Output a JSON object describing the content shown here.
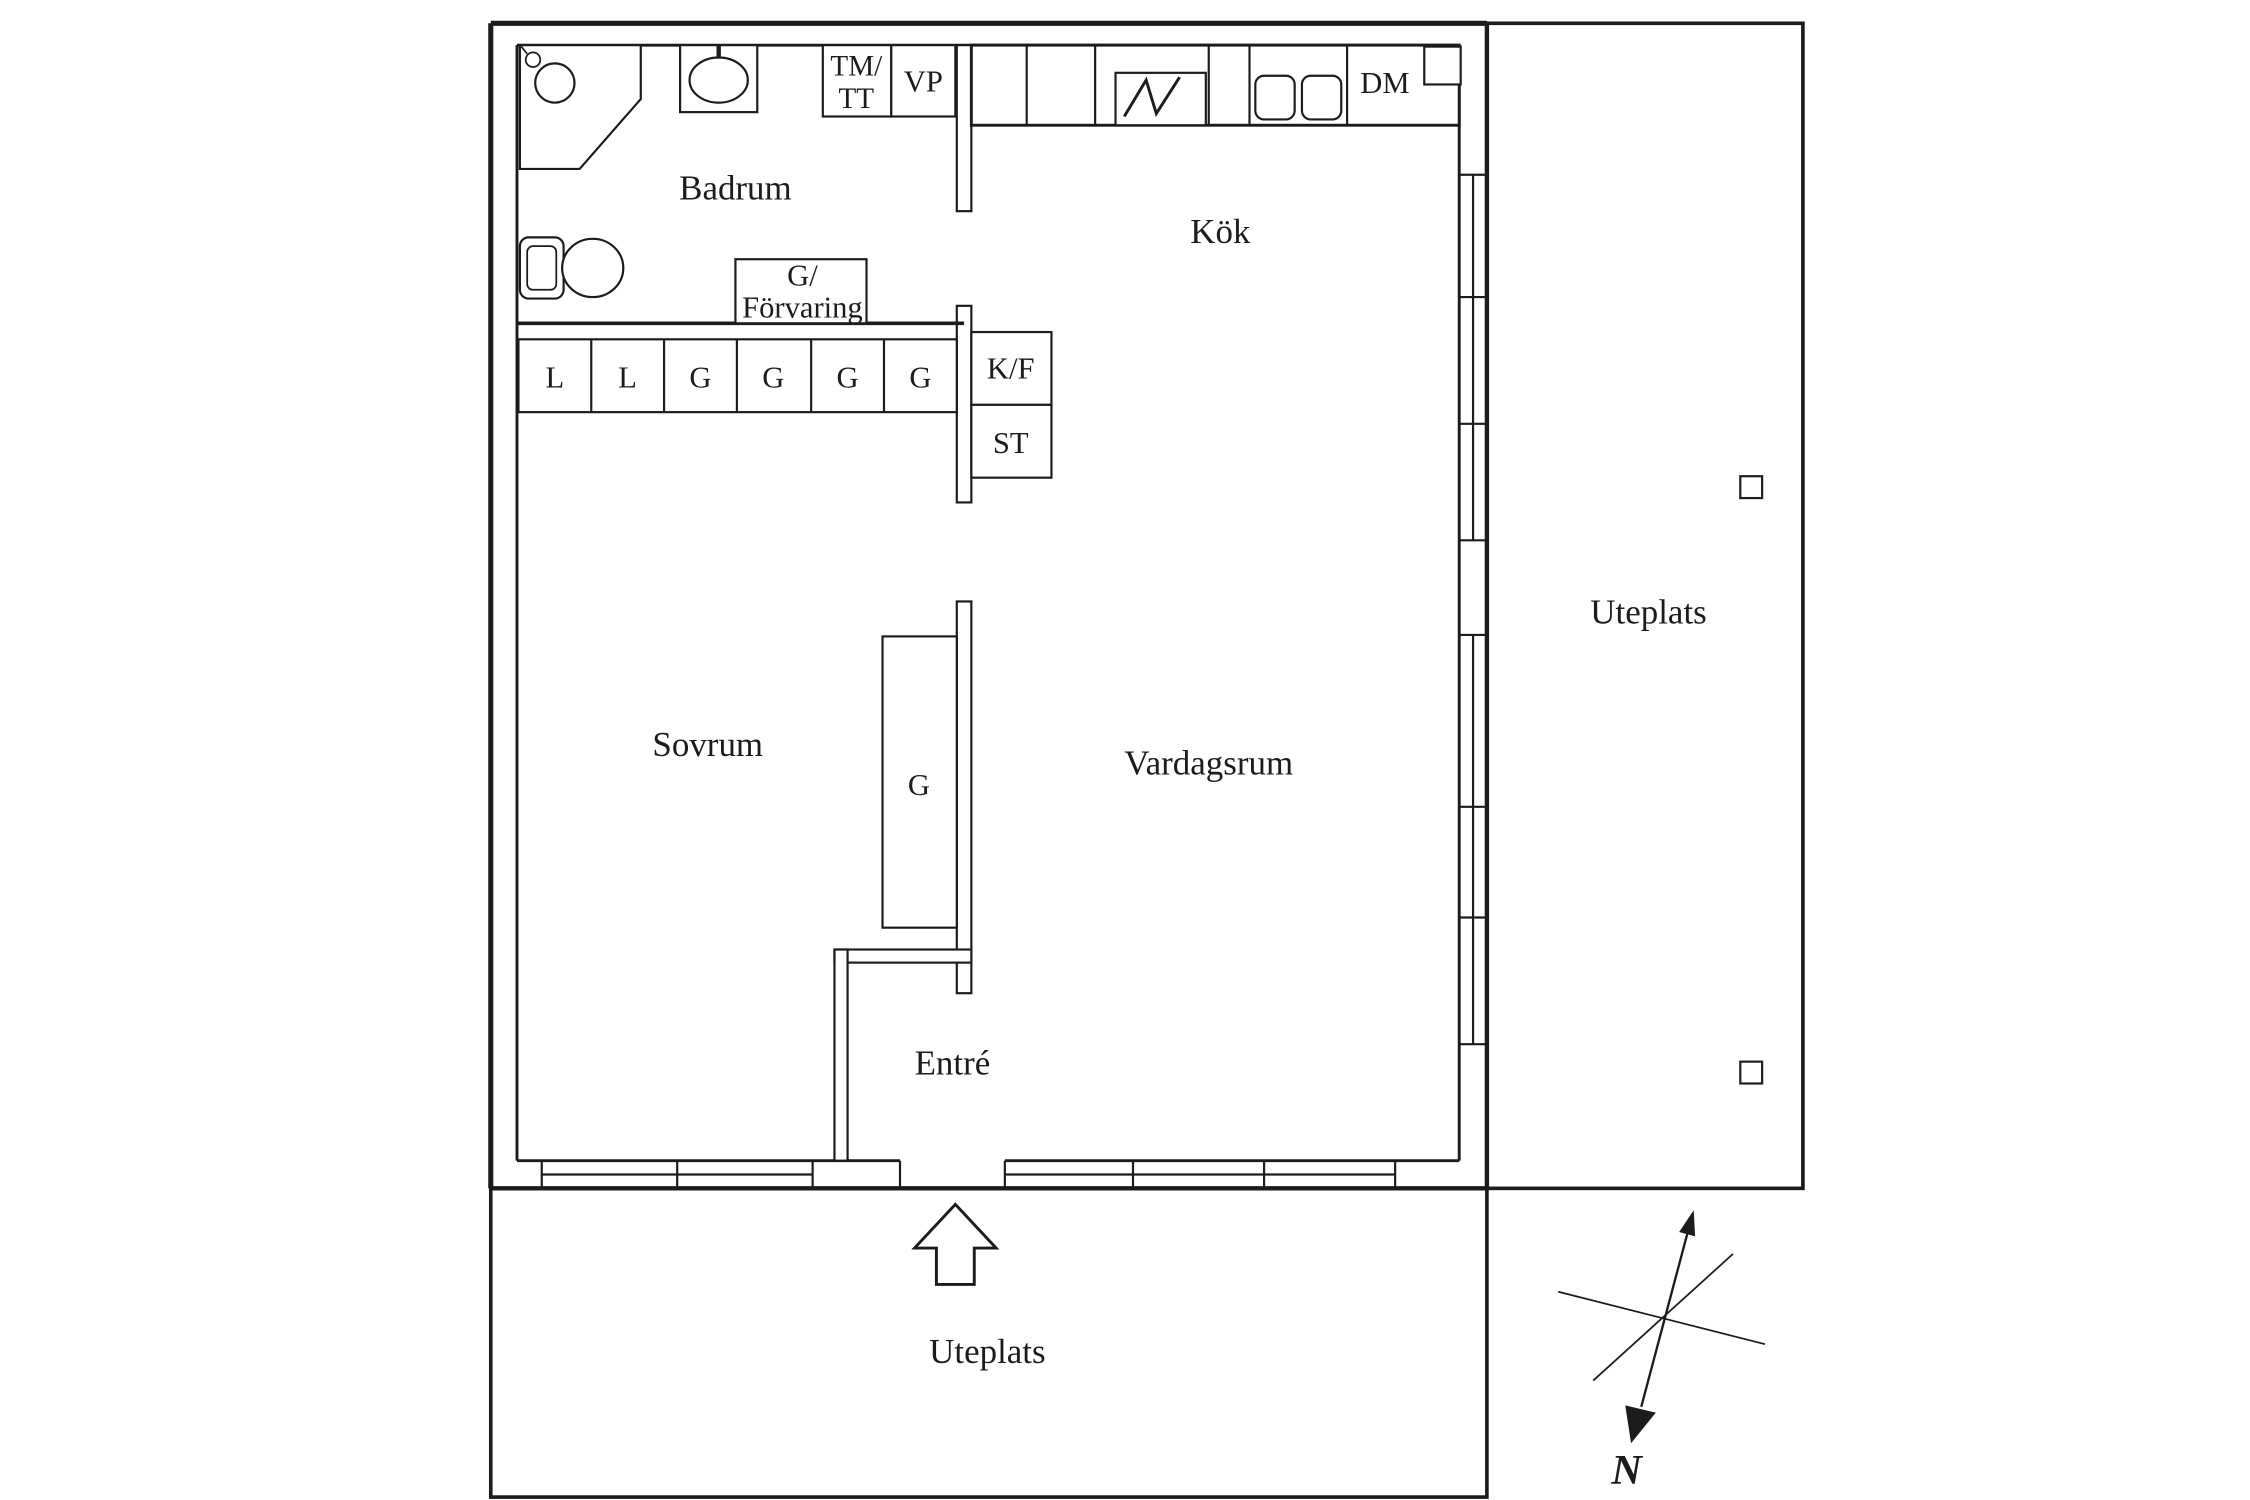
{
  "floorplan": {
    "rooms": {
      "badrum": "Badrum",
      "kok": "Kök",
      "sovrum": "Sovrum",
      "vardagsrum": "Vardagsrum",
      "entre": "Entré"
    },
    "appliances": {
      "tm_tt_line1": "TM/",
      "tm_tt_line2": "TT",
      "vp": "VP",
      "dm": "DM",
      "kf": "K/F",
      "st": "ST"
    },
    "storage": {
      "g_line1": "G/",
      "g_line2": "Förvaring",
      "closet_g": "G",
      "wardrobes": [
        "L",
        "L",
        "G",
        "G",
        "G",
        "G"
      ]
    },
    "outdoor": {
      "uteplats_right": "Uteplats",
      "uteplats_bottom": "Uteplats"
    },
    "compass": {
      "north": "N"
    },
    "colors": {
      "line": "#1c1c1c",
      "background": "#ffffff"
    }
  }
}
